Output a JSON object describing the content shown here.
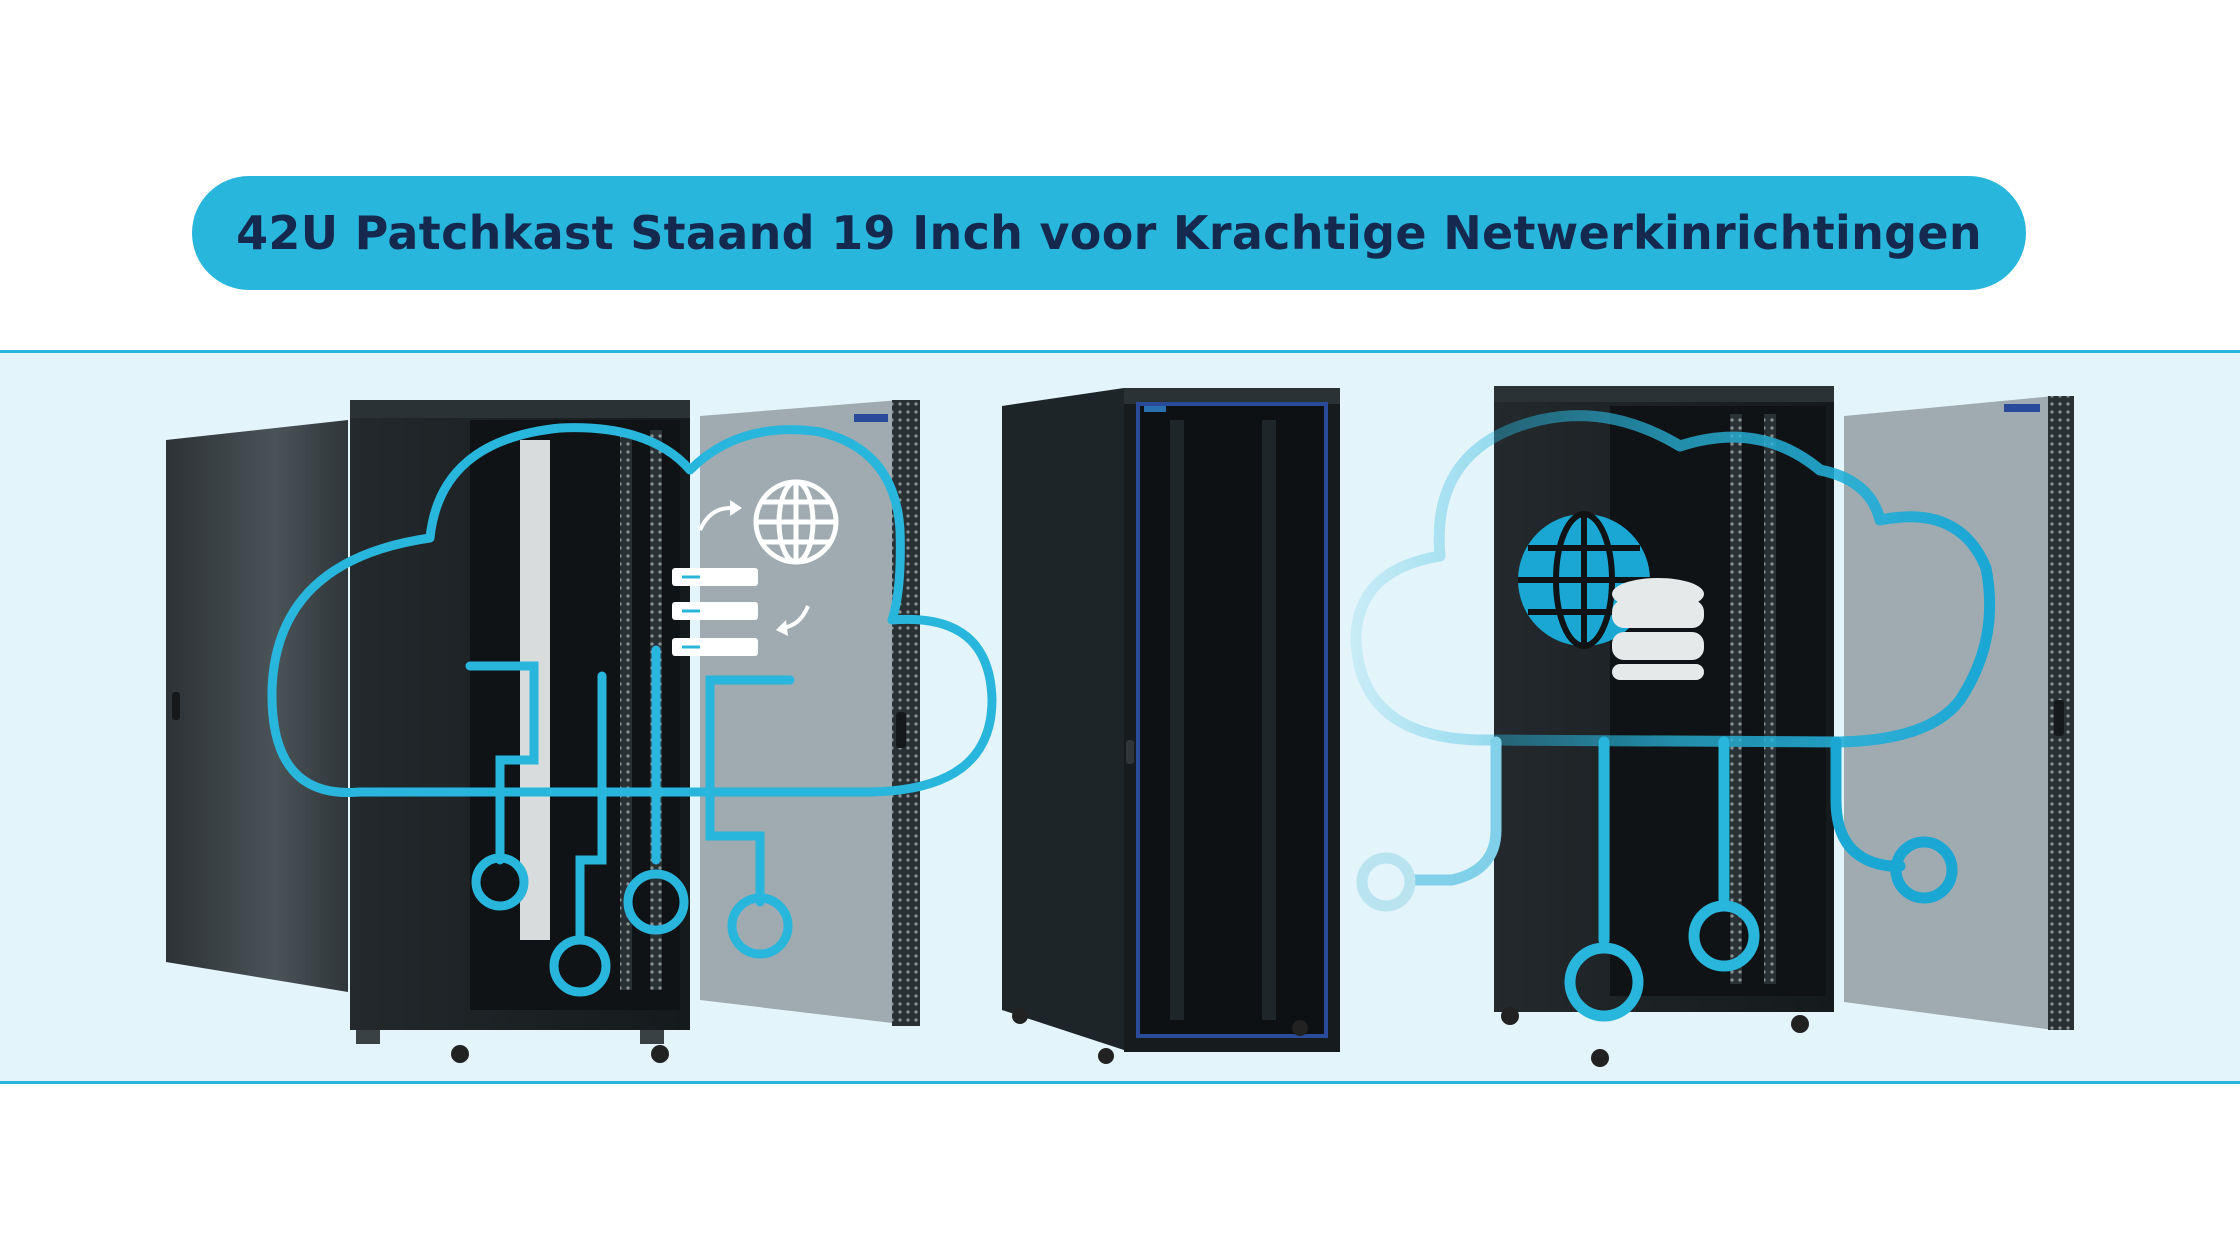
{
  "title": "42U Patchkast Staand 19 Inch voor Krachtige Netwerkinrichtingen",
  "colors": {
    "accent": "#29b6dc",
    "title_text": "#15284e",
    "band_background": "#e3f5fb",
    "cabinet": "#1c2327",
    "glass_door": "#9fabb0",
    "steel_door": "#3a4246"
  },
  "illustrations": [
    {
      "name": "cabinet-left",
      "door": "open",
      "overlay": "cloud-circuit-globe-servers"
    },
    {
      "name": "cabinet-center",
      "door": "closed",
      "overlay": "none"
    },
    {
      "name": "cabinet-right",
      "door": "open",
      "overlay": "cloud-circuit-globe-database"
    }
  ]
}
